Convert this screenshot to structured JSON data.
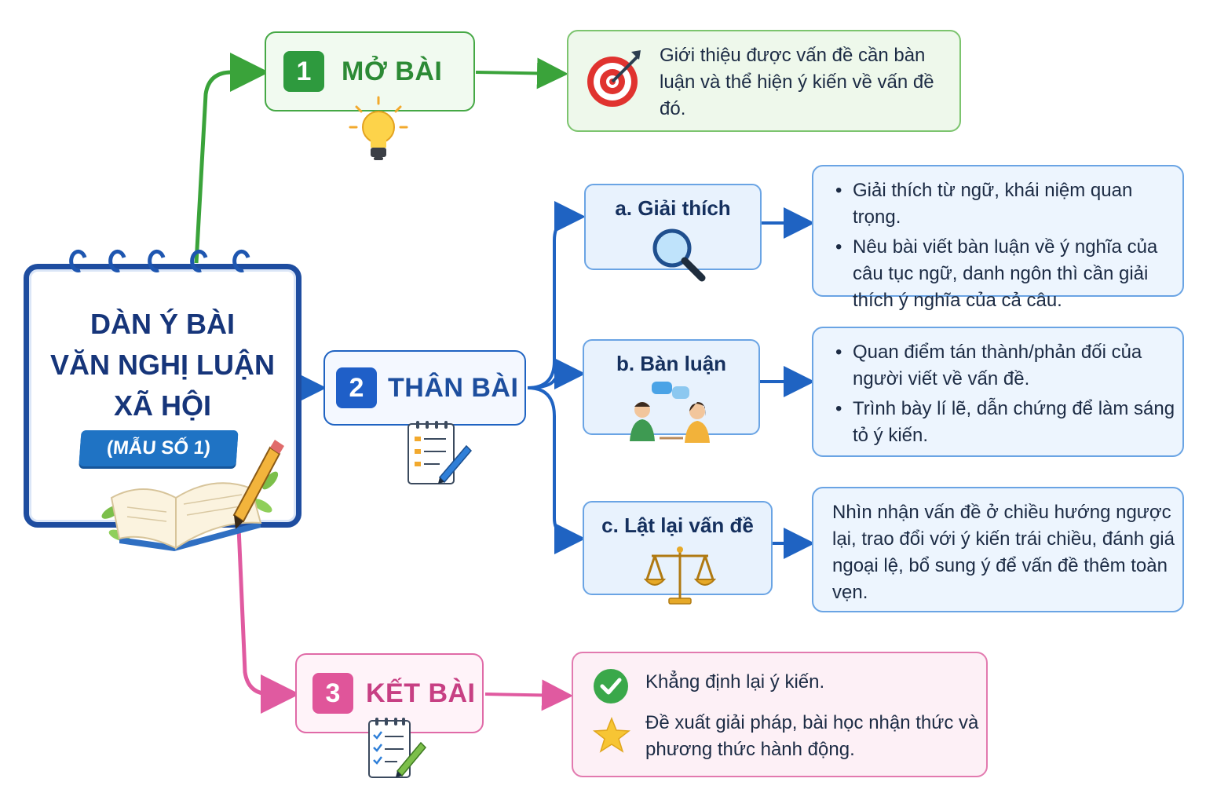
{
  "center": {
    "title_lines": [
      "DÀN Ý BÀI",
      "VĂN NGHỊ LUẬN",
      "XÃ HỘI"
    ],
    "badge": "(MẪU SỐ 1)"
  },
  "sections": [
    {
      "number": "1",
      "label": "MỞ BÀI",
      "color": "#2e9a3e",
      "icon": "lightbulb-icon",
      "content_icon": "target-icon",
      "content": "Giới thiệu được vấn đề cần bàn luận và thể hiện ý kiến về vấn đề đó."
    },
    {
      "number": "2",
      "label": "THÂN BÀI",
      "color": "#1f5fc8",
      "icon": "checklist-icon",
      "parts": [
        {
          "label": "a. Giải thích",
          "icon": "magnifier-icon",
          "bullets": [
            "Giải thích từ ngữ, khái niệm quan trọng.",
            "Nêu bài viết bàn luận về ý nghĩa của câu tục ngữ, danh ngôn thì cần giải thích ý nghĩa của cả câu."
          ]
        },
        {
          "label": "b. Bàn luận",
          "icon": "discussion-icon",
          "bullets": [
            "Quan điểm tán thành/phản đối của người viết về vấn đề.",
            "Trình bày lí lẽ, dẫn chứng để làm sáng tỏ ý kiến."
          ]
        },
        {
          "label": "c. Lật lại vấn đề",
          "icon": "scales-icon",
          "text": "Nhìn nhận vấn đề ở chiều hướng ngược lại, trao đổi với ý kiến trái chiều, đánh giá ngoại lệ, bổ sung ý để vấn đề thêm toàn vẹn."
        }
      ]
    },
    {
      "number": "3",
      "label": "KẾT BÀI",
      "color": "#e0559a",
      "icon": "checklist-icon",
      "items": [
        {
          "icon": "check-circle-icon",
          "text": "Khẳng định lại ý kiến."
        },
        {
          "icon": "star-icon",
          "text": "Đề xuất giải pháp, bài học nhận thức và phương thức hành động."
        }
      ]
    }
  ]
}
